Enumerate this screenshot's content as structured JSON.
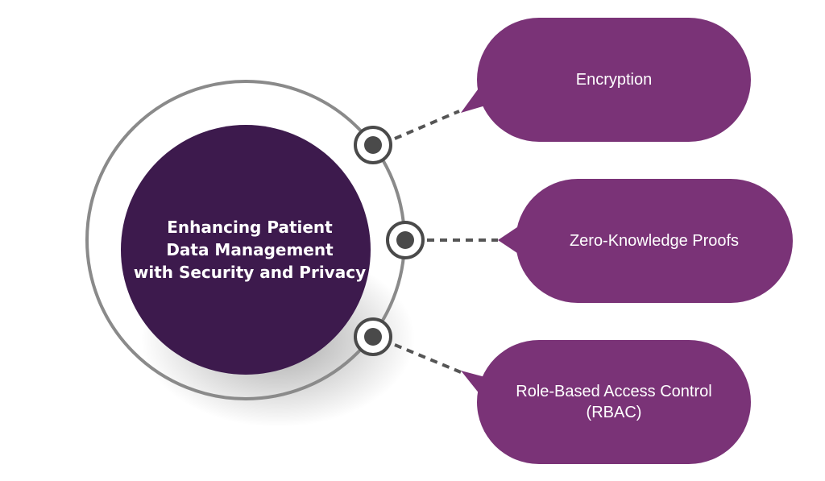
{
  "center": {
    "title_line1": "Enhancing Patient",
    "title_line2": "Data Management",
    "title_line3": "with Security and Privacy"
  },
  "items": [
    {
      "label": "Encryption"
    },
    {
      "label": "Zero-Knowledge Proofs"
    },
    {
      "label_line1": "Role-Based Access Control",
      "label_line2": "(RBAC)"
    }
  ],
  "colors": {
    "bubble": "#7a3377",
    "center_circle": "#3d1a4d",
    "ring": "#8a8a8a",
    "node": "#4a4a4a"
  }
}
